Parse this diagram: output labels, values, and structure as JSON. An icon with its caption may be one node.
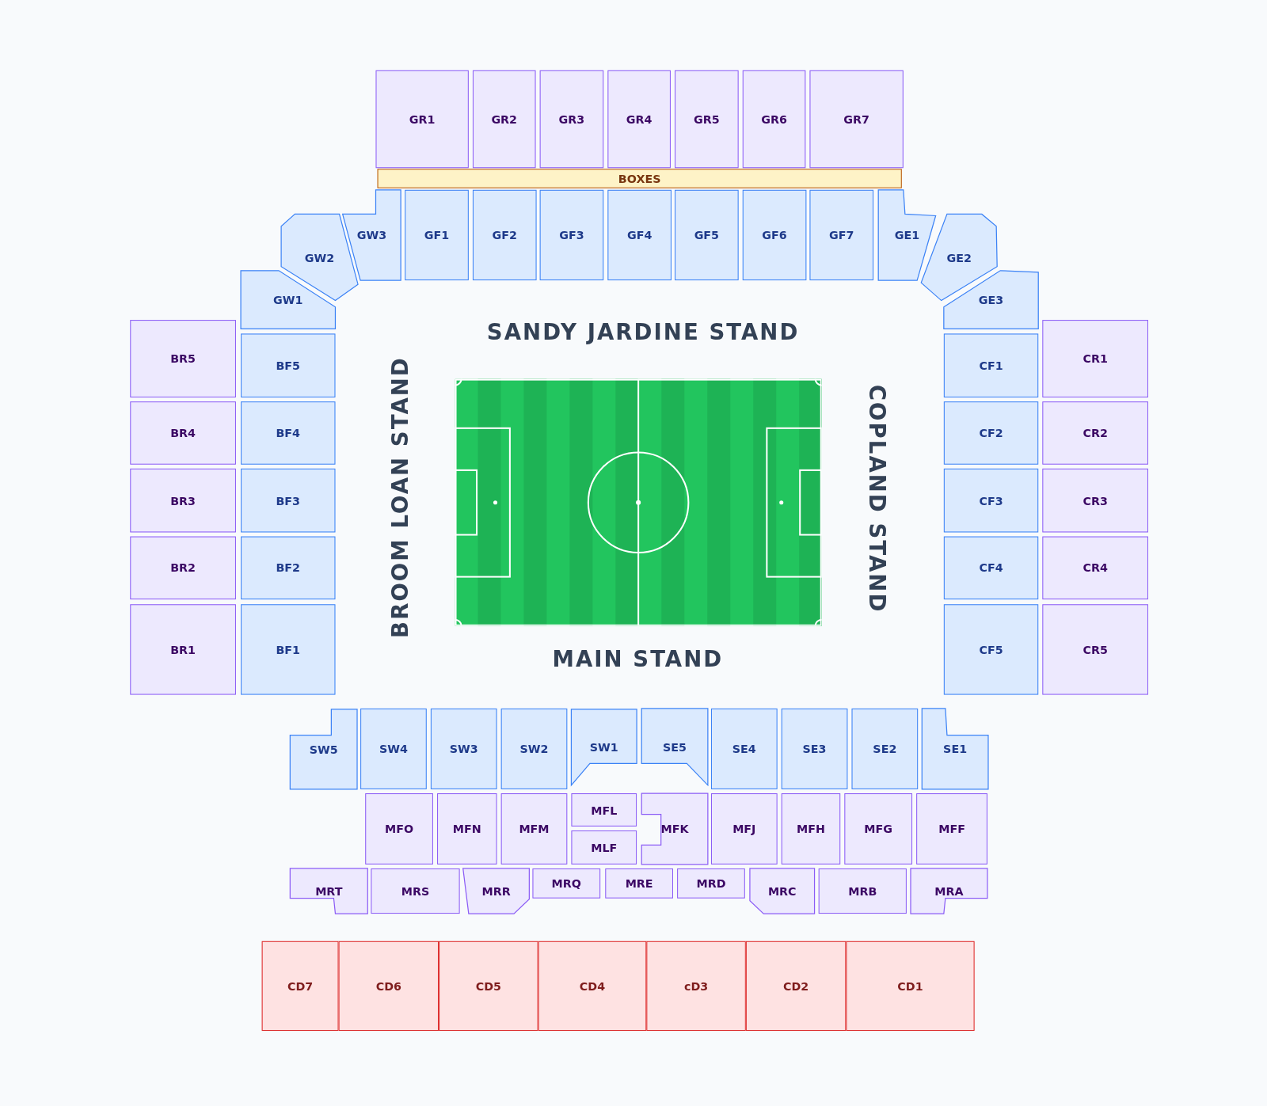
{
  "diagram": {
    "nodes": [
      {
        "text": [
          "GR1"
        ]
      },
      {
        "text": [
          "GR2"
        ]
      },
      {
        "text": [
          "GR3"
        ]
      },
      {
        "text": [
          "GR4"
        ]
      },
      {
        "text": [
          "GR5"
        ]
      },
      {
        "text": [
          "GR6"
        ]
      },
      {
        "text": [
          "GR7"
        ]
      },
      {
        "text": [
          "BOXES"
        ]
      },
      {
        "text": [
          "GW3"
        ]
      },
      {
        "text": [
          "GF1"
        ]
      },
      {
        "text": [
          "GF2"
        ]
      },
      {
        "text": [
          "GF3"
        ]
      },
      {
        "text": [
          "GF4"
        ]
      },
      {
        "text": [
          "GF5"
        ]
      },
      {
        "text": [
          "GF6"
        ]
      },
      {
        "text": [
          "GF7"
        ]
      },
      {
        "text": [
          "GE1"
        ]
      },
      {
        "text": [
          "GW2"
        ]
      },
      {
        "text": [
          "GE2"
        ]
      },
      {
        "text": [
          "GW1"
        ]
      },
      {
        "text": [
          "GE3"
        ]
      },
      {
        "text": [
          "BR5"
        ]
      },
      {
        "text": [
          "BF5"
        ]
      },
      {
        "text": [
          "CF1"
        ]
      },
      {
        "text": [
          "CR1"
        ]
      },
      {
        "text": [
          "BR4"
        ]
      },
      {
        "text": [
          "BF4"
        ]
      },
      {
        "text": [
          "CF2"
        ]
      },
      {
        "text": [
          "CR2"
        ]
      },
      {
        "text": [
          "BR3"
        ]
      },
      {
        "text": [
          "BF3"
        ]
      },
      {
        "text": [
          "CF3"
        ]
      },
      {
        "text": [
          "CR3"
        ]
      },
      {
        "text": [
          "BR2"
        ]
      },
      {
        "text": [
          "BF2"
        ]
      },
      {
        "text": [
          "CF4"
        ]
      },
      {
        "text": [
          "CR4"
        ]
      },
      {
        "text": [
          "BR1"
        ]
      },
      {
        "text": [
          "BF1"
        ]
      },
      {
        "text": [
          "CF5"
        ]
      },
      {
        "text": [
          "CR5"
        ]
      },
      {
        "text": [
          "SW5"
        ]
      },
      {
        "text": [
          "SW4"
        ]
      },
      {
        "text": [
          "SW3"
        ]
      },
      {
        "text": [
          "SW2"
        ]
      },
      {
        "text": [
          "SW1"
        ]
      },
      {
        "text": [
          "SE5"
        ]
      },
      {
        "text": [
          "SE4"
        ]
      },
      {
        "text": [
          "SE3"
        ]
      },
      {
        "text": [
          "SE2"
        ]
      },
      {
        "text": [
          "SE1"
        ]
      },
      {
        "text": [
          "MFO"
        ]
      },
      {
        "text": [
          "MFN"
        ]
      },
      {
        "text": [
          "MFM"
        ]
      },
      {
        "text": [
          "MFL"
        ]
      },
      {
        "text": [
          "MFK"
        ]
      },
      {
        "text": [
          "MFJ"
        ]
      },
      {
        "text": [
          "MFH"
        ]
      },
      {
        "text": [
          "MFG"
        ]
      },
      {
        "text": [
          "MFF"
        ]
      },
      {
        "text": [
          "MLF"
        ]
      },
      {
        "text": [
          "MRT"
        ]
      },
      {
        "text": [
          "MRS"
        ]
      },
      {
        "text": [
          "MRR"
        ]
      },
      {
        "text": [
          "MRQ"
        ]
      },
      {
        "text": [
          "MRE"
        ]
      },
      {
        "text": [
          "MRD"
        ]
      },
      {
        "text": [
          "MRC"
        ]
      },
      {
        "text": [
          "MRB"
        ]
      },
      {
        "text": [
          "MRA"
        ]
      },
      {
        "text": [
          "CD7"
        ]
      },
      {
        "text": [
          "CD6"
        ]
      },
      {
        "text": [
          "CD5"
        ]
      },
      {
        "text": [
          "CD4"
        ]
      },
      {
        "text": [
          "cD3"
        ]
      },
      {
        "text": [
          "CD2"
        ]
      },
      {
        "text": [
          "CD1"
        ]
      }
    ],
    "labels": [
      "SANDY JARDINE STAND",
      "BROOM LOAN STAND",
      "COPLAND STAND",
      "MAIN STAND"
    ]
  }
}
